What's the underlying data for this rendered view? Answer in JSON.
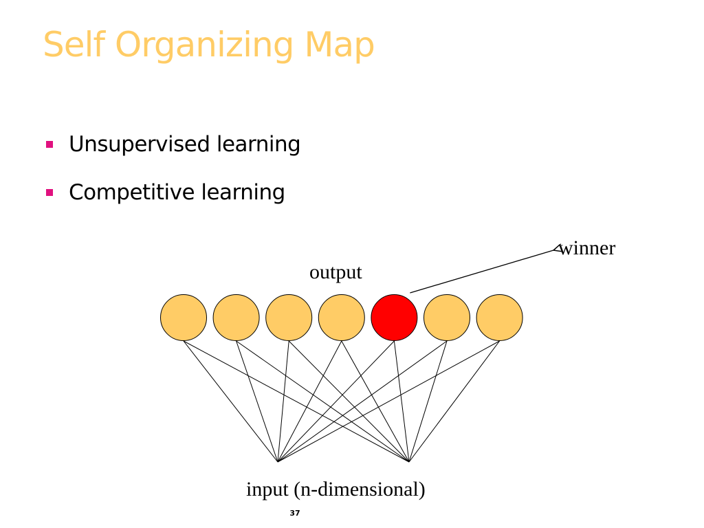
{
  "slide": {
    "title": "Self Organizing Map",
    "bullets": [
      {
        "text": "Unsupervised learning"
      },
      {
        "text": "Competitive learning"
      }
    ],
    "page_number": "37"
  },
  "diagram": {
    "output_label": "output",
    "winner_label": "winner",
    "input_label": "input (n-dimensional)",
    "output_nodes": [
      {
        "winner": false
      },
      {
        "winner": false
      },
      {
        "winner": false
      },
      {
        "winner": false
      },
      {
        "winner": true
      },
      {
        "winner": false
      },
      {
        "winner": false
      }
    ],
    "input_nodes": 2
  },
  "colors": {
    "title": "#FFCC66",
    "bullet_marker": "#E0117F",
    "node_fill": "#FFCC66",
    "winner_fill": "#FF0000",
    "stroke": "#000000"
  }
}
